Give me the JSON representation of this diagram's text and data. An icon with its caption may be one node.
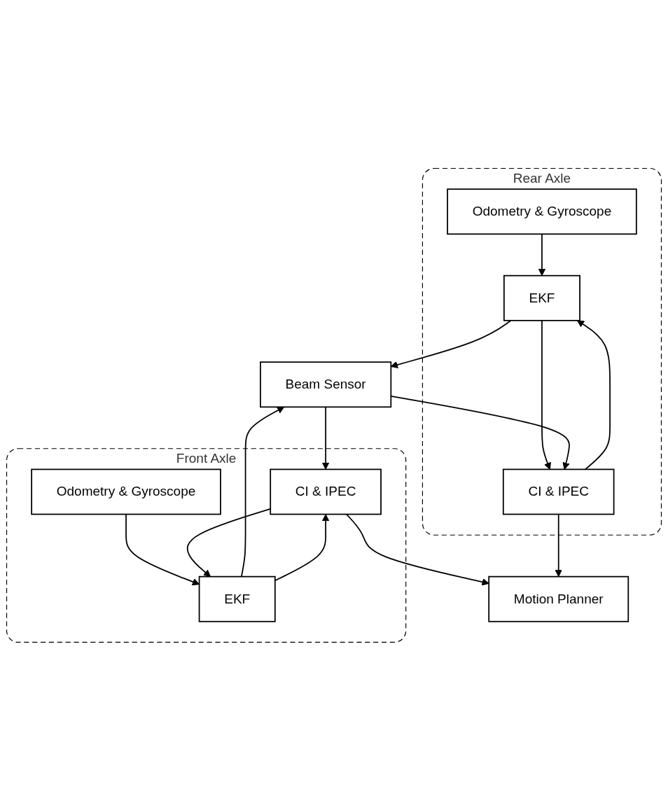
{
  "diagram": {
    "nodes": [
      {
        "text": [
          "Rear Axle"
        ]
      },
      {
        "text": [
          "Odometry & Gyroscope"
        ],
        "in": 0
      },
      {
        "text": [
          "EKF"
        ],
        "in": 0
      },
      {
        "text": [
          "CI & IPEC"
        ],
        "in": 0
      },
      {
        "text": [
          "Front Axle"
        ]
      },
      {
        "text": [
          "Odometry & Gyroscope"
        ],
        "in": 4
      },
      {
        "text": [
          "EKF"
        ],
        "in": 4
      },
      {
        "text": [
          "CI & IPEC"
        ],
        "in": 4
      },
      {
        "text": [
          "Beam Sensor"
        ]
      },
      {
        "text": [
          "Motion Planner"
        ]
      }
    ],
    "edges": [
      {
        "from": 1,
        "to": 2,
        "arrow": "to"
      },
      {
        "from": 3,
        "to": 2,
        "arrow": "to"
      },
      {
        "from": 2,
        "to": 3,
        "arrow": "to"
      },
      {
        "from": 2,
        "to": 8,
        "arrow": "to"
      },
      {
        "from": 5,
        "to": 6,
        "arrow": "to"
      },
      {
        "from": 7,
        "to": 6,
        "arrow": "to"
      },
      {
        "from": 6,
        "to": 8,
        "arrow": "to"
      },
      {
        "from": 6,
        "to": 7,
        "arrow": "to"
      },
      {
        "from": 8,
        "to": 3,
        "arrow": "to"
      },
      {
        "from": 8,
        "to": 7,
        "arrow": "to"
      },
      {
        "from": 3,
        "to": 9,
        "arrow": "to"
      },
      {
        "from": 7,
        "to": 9,
        "arrow": "to"
      }
    ]
  }
}
